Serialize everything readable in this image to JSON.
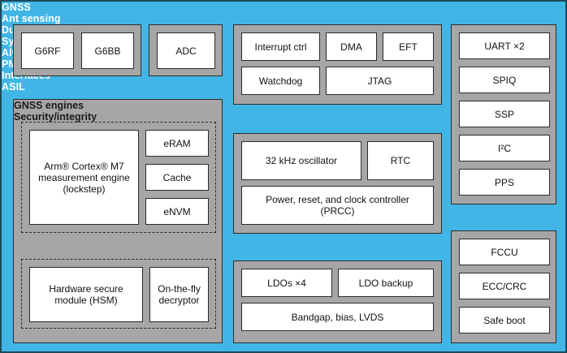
{
  "colors": {
    "background_blue": "#41b6e6",
    "group_gray": "#a6a6a6",
    "block_white": "#ffffff",
    "outline": "#2b2b2b",
    "section_title_text": "#ffffff",
    "sub_title_text": "#1a1a1a"
  },
  "sections": {
    "gnss": {
      "title": "GNSS",
      "blocks": [
        {
          "label": "G6RF"
        },
        {
          "label": "G6BB"
        }
      ]
    },
    "ant_sensing": {
      "title": "Ant sensing",
      "blocks": [
        {
          "label": "ADC"
        }
      ]
    },
    "dual_core": {
      "title": "Dual core",
      "subsections": [
        {
          "title": "GNSS engines",
          "blocks": [
            {
              "label": "Arm® Cortex® M7 measurement engine (lockstep)",
              "lines": [
                "Arm® Cortex® M7",
                "measurement engine",
                "(lockstep)"
              ]
            },
            {
              "label": "eRAM"
            },
            {
              "label": "Cache"
            },
            {
              "label": "eNVM"
            }
          ]
        },
        {
          "title": "Security/integrity",
          "blocks": [
            {
              "label": "Hardware secure module (HSM)",
              "lines": [
                "Hardware secure",
                "module (HSM)"
              ]
            },
            {
              "label": "On-the-fly decryptor",
              "lines": [
                "On-the-fly",
                "decryptor"
              ]
            }
          ]
        }
      ]
    },
    "system": {
      "title": "System",
      "blocks": [
        {
          "label": "Interrupt ctrl"
        },
        {
          "label": "DMA"
        },
        {
          "label": "EFT"
        },
        {
          "label": "Watchdog"
        },
        {
          "label": "JTAG"
        }
      ]
    },
    "always_on_domain": {
      "title": "Always on domain",
      "blocks": [
        {
          "label": "32 kHz oscillator"
        },
        {
          "label": "RTC"
        },
        {
          "label": "Power, reset, and clock controller (PRCC)",
          "lines": [
            "Power, reset, and clock controller",
            "(PRCC)"
          ]
        }
      ]
    },
    "pmu": {
      "title": "PMU",
      "blocks": [
        {
          "label": "LDOs ×4"
        },
        {
          "label": "LDO backup"
        },
        {
          "label": "Bandgap, bias, LVDS"
        }
      ]
    },
    "interfaces": {
      "title": "Interfaces",
      "blocks": [
        {
          "label": "UART ×2"
        },
        {
          "label": "SPIQ"
        },
        {
          "label": "I²C"
        },
        {
          "label": "SSP"
        },
        {
          "label": "PPS"
        }
      ]
    },
    "asil": {
      "title": "ASIL",
      "blocks": [
        {
          "label": "FCCU"
        },
        {
          "label": "ECC/CRC"
        },
        {
          "label": "Safe boot"
        }
      ]
    }
  }
}
